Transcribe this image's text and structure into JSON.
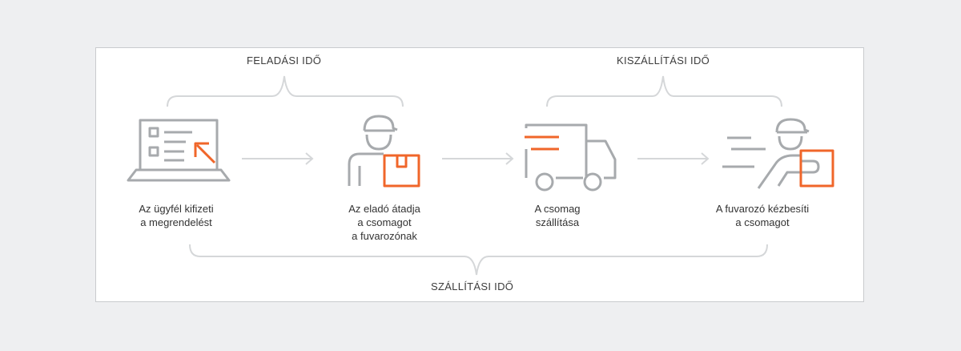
{
  "brackets": {
    "top_left": "FELADÁSI IDŐ",
    "top_right": "KISZÁLLÍTÁSI IDŐ",
    "bottom": "SZÁLLÍTÁSI IDŐ"
  },
  "steps": [
    {
      "icon": "laptop-checklist-icon",
      "lines": [
        "Az ügyfél kifizeti",
        "a megrendelést"
      ]
    },
    {
      "icon": "seller-with-package-icon",
      "lines": [
        "Az eladó átadja",
        "a csomagot",
        "a fuvarozónak"
      ]
    },
    {
      "icon": "delivery-truck-icon",
      "lines": [
        "A csomag",
        "szállítása"
      ]
    },
    {
      "icon": "courier-delivering-icon",
      "lines": [
        "A fuvarozó kézbesíti",
        "a csomagot"
      ]
    }
  ],
  "colors": {
    "accent": "#f0662a",
    "icon_gray": "#a7aaad",
    "bracket": "#d5d7d9",
    "arrow": "#d5d7d9"
  }
}
